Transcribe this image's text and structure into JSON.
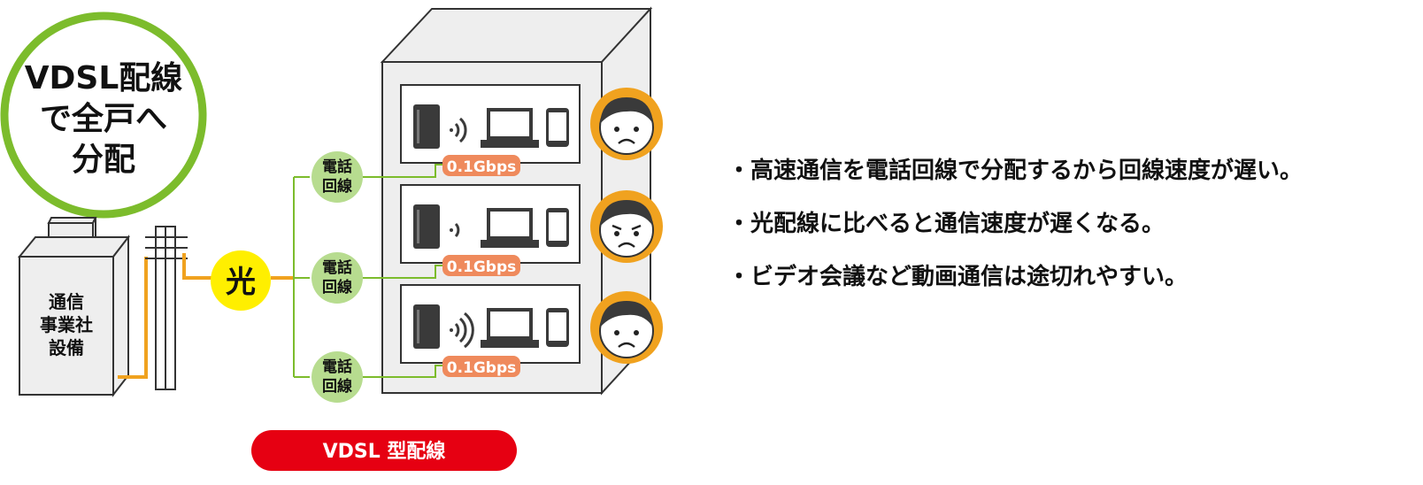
{
  "colors": {
    "green": "#7cbc2c",
    "light_green": "#b7dc8f",
    "orange": "#f0a21f",
    "speed_badge": "#ef8a5c",
    "red": "#e60012",
    "yellow": "#ffef00",
    "building_fill": "#eeeeee",
    "outline": "#333333"
  },
  "callout": {
    "lines": [
      "VDSL配線",
      "で全戸へ",
      "分配"
    ]
  },
  "carrier": {
    "lines": [
      "通信",
      "事業社",
      "設備"
    ]
  },
  "fiber_label": "光",
  "phone_line_label": [
    "電話",
    "回線"
  ],
  "floors": [
    {
      "speed": "0.1Gbps",
      "face": "sad-face-icon"
    },
    {
      "speed": "0.1Gbps",
      "face": "angry-face-icon"
    },
    {
      "speed": "0.1Gbps",
      "face": "sad-face-icon"
    }
  ],
  "banner": "VDSL 型配線",
  "bullets": [
    "・高速通信を電話回線で分配するから回線速度が遅い。",
    "・光配線に比べると通信速度が遅くなる。",
    "・ビデオ会議など動画通信は途切れやすい。"
  ]
}
